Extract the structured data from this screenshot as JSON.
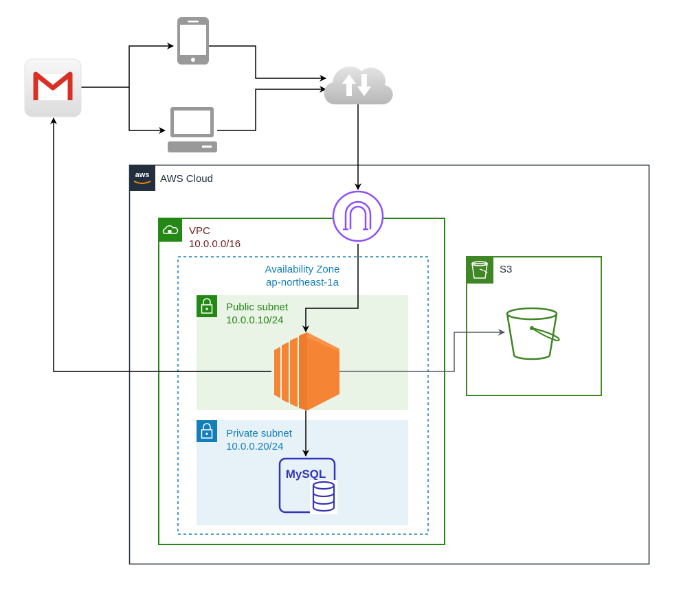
{
  "aws_cloud": {
    "label": "AWS Cloud",
    "logo_text": "aws"
  },
  "vpc": {
    "label": "VPC",
    "cidr": "10.0.0.0/16"
  },
  "availability_zone": {
    "label": "Availability Zone",
    "name": "ap-northeast-1a"
  },
  "public_subnet": {
    "label": "Public subnet",
    "cidr": "10.0.0.10/24"
  },
  "private_subnet": {
    "label": "Private subnet",
    "cidr": "10.0.0.20/24"
  },
  "s3": {
    "label": "S3"
  },
  "mysql": {
    "label": "MySQL"
  },
  "icons": [
    "gmail-icon",
    "mobile-phone-icon",
    "laptop-icon",
    "internet-cloud-icon",
    "internet-gateway-icon",
    "ec2-instance-icon",
    "rds-mysql-icon",
    "s3-bucket-icon",
    "vpc-icon",
    "lock-icon"
  ],
  "colors": {
    "aws_cloud_border": "#232f3e",
    "vpc_border": "#248814",
    "az_border": "#147eba",
    "public_subnet_fill": "#e9f3e6",
    "private_subnet_fill": "#e6f2f8",
    "ec2_orange": "#f58534",
    "rds_blue": "#3334b9",
    "igw_purple": "#8c4fff",
    "s3_green": "#3f8624",
    "device_gray": "#999999"
  }
}
